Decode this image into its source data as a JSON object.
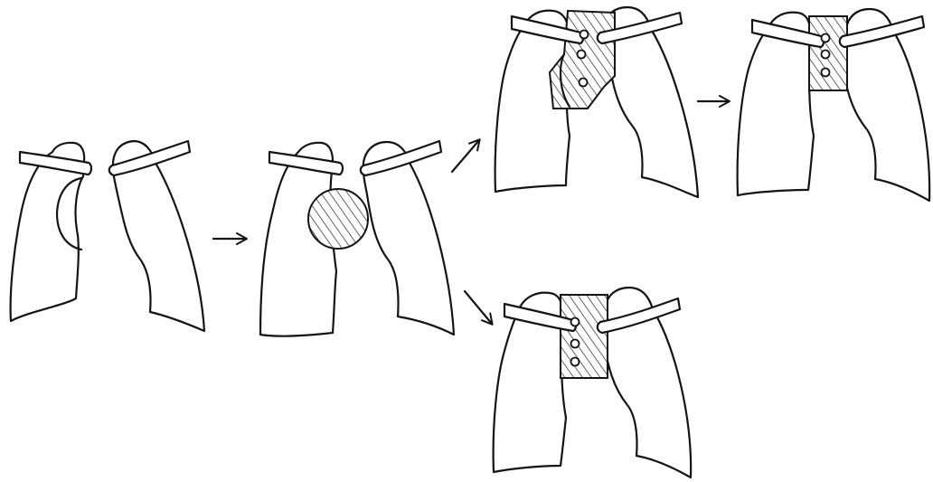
{
  "diagram": {
    "panels": [
      {
        "id": "normal",
        "structures": [
          "left-lung",
          "right-lung",
          "left-clavicle",
          "right-clavicle",
          "mediastinal-bulge"
        ]
      },
      {
        "id": "mass",
        "structures": [
          "left-lung",
          "right-lung",
          "left-clavicle",
          "right-clavicle",
          "hatched-mass"
        ]
      },
      {
        "id": "repair-a",
        "structures": [
          "left-lung",
          "right-lung",
          "left-clavicle",
          "right-clavicle",
          "hatched-patch",
          "sutures"
        ],
        "suture_count": 3
      },
      {
        "id": "repair-a-final",
        "structures": [
          "left-lung",
          "right-lung",
          "left-clavicle",
          "right-clavicle",
          "hatched-patch",
          "sutures"
        ],
        "suture_count": 3
      },
      {
        "id": "repair-b",
        "structures": [
          "left-lung",
          "right-lung",
          "left-clavicle",
          "right-clavicle",
          "hatched-patch",
          "sutures"
        ],
        "suture_count": 3
      }
    ],
    "arrows": [
      {
        "from": "normal",
        "to": "mass"
      },
      {
        "from": "mass",
        "to": "repair-a"
      },
      {
        "from": "repair-a",
        "to": "repair-a-final"
      },
      {
        "from": "mass",
        "to": "repair-b"
      }
    ],
    "colors": {
      "ink": "#141414",
      "paper": "#ffffff"
    }
  }
}
